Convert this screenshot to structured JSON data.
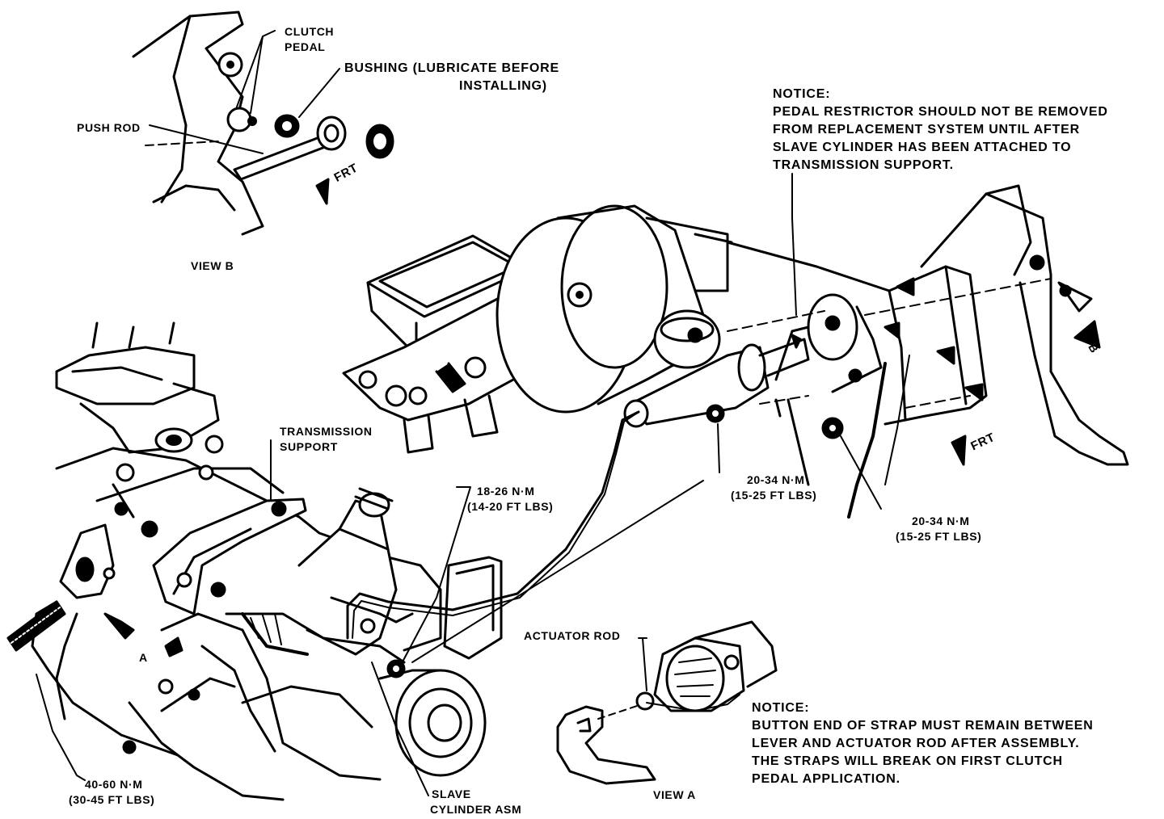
{
  "labels": {
    "clutch_pedal": [
      "CLUTCH",
      "PEDAL"
    ],
    "bushing": [
      "BUSHING (LUBRICATE BEFORE",
      "INSTALLING)"
    ],
    "push_rod": "PUSH ROD",
    "frt_view_b": "FRT",
    "view_b": "VIEW  B",
    "notice_top_title": "NOTICE:",
    "notice_top_body": [
      "PEDAL RESTRICTOR SHOULD NOT BE REMOVED",
      "FROM REPLACEMENT SYSTEM UNTIL AFTER",
      "SLAVE CYLINDER HAS BEEN ATTACHED TO",
      "TRANSMISSION SUPPORT."
    ],
    "b_arrow": "B",
    "frt_main": "FRT",
    "transmission_support": [
      "TRANSMISSION",
      "SUPPORT"
    ],
    "torque_18_26": [
      "18-26 N·M",
      "(14-20 FT LBS)"
    ],
    "torque_20_34_a": [
      "20-34 N·M",
      "(15-25 FT LBS)"
    ],
    "torque_20_34_b": [
      "20-34 N·M",
      "(15-25 FT LBS)"
    ],
    "actuator_rod": "ACTUATOR ROD",
    "notice_bottom_title": "NOTICE:",
    "notice_bottom_body": [
      "BUTTON END OF STRAP MUST REMAIN BETWEEN",
      "LEVER AND ACTUATOR ROD AFTER ASSEMBLY.",
      "THE STRAPS WILL BREAK ON FIRST CLUTCH",
      "PEDAL APPLICATION."
    ],
    "view_a": "VIEW  A",
    "a_marker": "A",
    "torque_40_60": [
      "40-60 N·M",
      "(30-45 FT LBS)"
    ],
    "slave_cylinder": [
      "SLAVE",
      "CYLINDER ASM"
    ]
  },
  "icons": {
    "frt_arrow": "arrow-left-icon",
    "b_view_arrow": "arrow-left-icon"
  }
}
